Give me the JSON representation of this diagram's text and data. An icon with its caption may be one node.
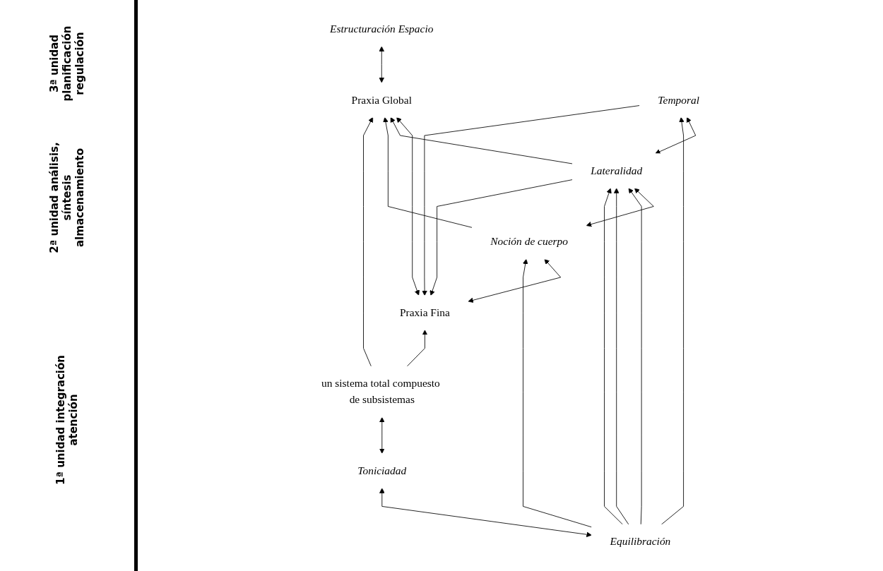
{
  "diagram": {
    "nodes": [
      {
        "text": [
          "Praxia Fina"
        ]
      },
      {
        "text": [
          "Praxia Global"
        ]
      },
      {
        "text": [
          "Noción de cuerpo"
        ]
      },
      {
        "text": [
          "Estructuración Espacio"
        ]
      },
      {
        "text": [
          "Temporal"
        ]
      },
      {
        "text": [
          "Lateralidad"
        ]
      },
      {
        "text": [
          "Equilibración"
        ]
      },
      {
        "text": [
          "Toniciadad"
        ]
      },
      {
        "text": [
          "un sistema total compuesto de subsistemas"
        ]
      }
    ],
    "edges": [
      {
        "from": 0,
        "to": 1,
        "arrow": "both"
      },
      {
        "from": 0,
        "to": 2,
        "arrow": "both"
      },
      {
        "from": 1,
        "to": 3,
        "arrow": "both"
      },
      {
        "from": 5,
        "to": 0,
        "arrow": "to"
      },
      {
        "from": 5,
        "to": 1,
        "arrow": "to"
      },
      {
        "from": 4,
        "to": 0,
        "arrow": "to"
      },
      {
        "from": 2,
        "to": 1,
        "arrow": "to"
      },
      {
        "from": 2,
        "to": 5,
        "arrow": "both"
      },
      {
        "from": 5,
        "to": 4,
        "arrow": "both"
      },
      {
        "from": 6,
        "to": 2,
        "arrow": "to"
      },
      {
        "from": 6,
        "to": 5,
        "arrow": "to"
      },
      {
        "from": 6,
        "to": 5,
        "arrow": "to"
      },
      {
        "from": 6,
        "to": 5,
        "arrow": "to"
      },
      {
        "from": 6,
        "to": 4,
        "arrow": "to"
      },
      {
        "from": 6,
        "to": 7,
        "arrow": "both"
      },
      {
        "from": 7,
        "to": 8,
        "arrow": "both"
      },
      {
        "from": 8,
        "to": 0,
        "arrow": "to"
      },
      {
        "from": 8,
        "to": 1,
        "arrow": "to"
      }
    ],
    "labels": [
      "3ª unidad planificación regulación",
      "2ª unidad análisis, síntesis almacenamiento",
      "1ª unidad integración atención"
    ]
  }
}
